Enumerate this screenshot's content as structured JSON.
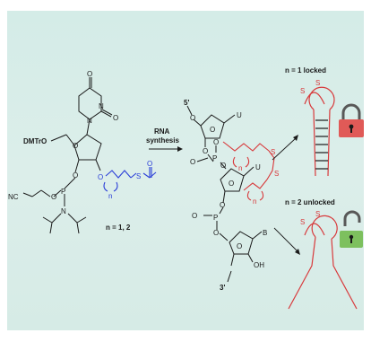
{
  "reagent": {
    "dmtr": "DMTrO",
    "nc": "NC",
    "p": "P",
    "n_atom": "N",
    "o1": "O",
    "o2": "O",
    "o_ring": "O",
    "o_carbonyl1": "O",
    "o_carbonyl2": "O",
    "n_ring1": "N",
    "n_ring2": "N",
    "s": "S",
    "o_thio": "O",
    "n_sub": "n",
    "n_values": "n = 1, 2"
  },
  "arrow": {
    "line1": "RNA",
    "line2": "synthesis"
  },
  "product": {
    "five_prime": "5'",
    "three_prime": "3'",
    "u1": "U",
    "u2": "U",
    "b": "B",
    "oh": "OH",
    "o_labels": [
      "O",
      "O",
      "O",
      "O",
      "O",
      "O",
      "O",
      "O",
      "O",
      "O",
      "O"
    ],
    "p1": "P",
    "p2": "P",
    "s1": "S",
    "s2": "S",
    "n1": "n",
    "n2": "n"
  },
  "outcomes": {
    "locked": "n = 1 locked",
    "unlocked": "n = 2 unlocked",
    "s_top1": "S",
    "s_top2": "S",
    "s_bot1": "S",
    "s_bot2": "S"
  },
  "colors": {
    "accent_blue": "#2b3fd8",
    "accent_red": "#d8393b",
    "locked_red": "#e05a57",
    "unlocked_green": "#7dc05e"
  }
}
